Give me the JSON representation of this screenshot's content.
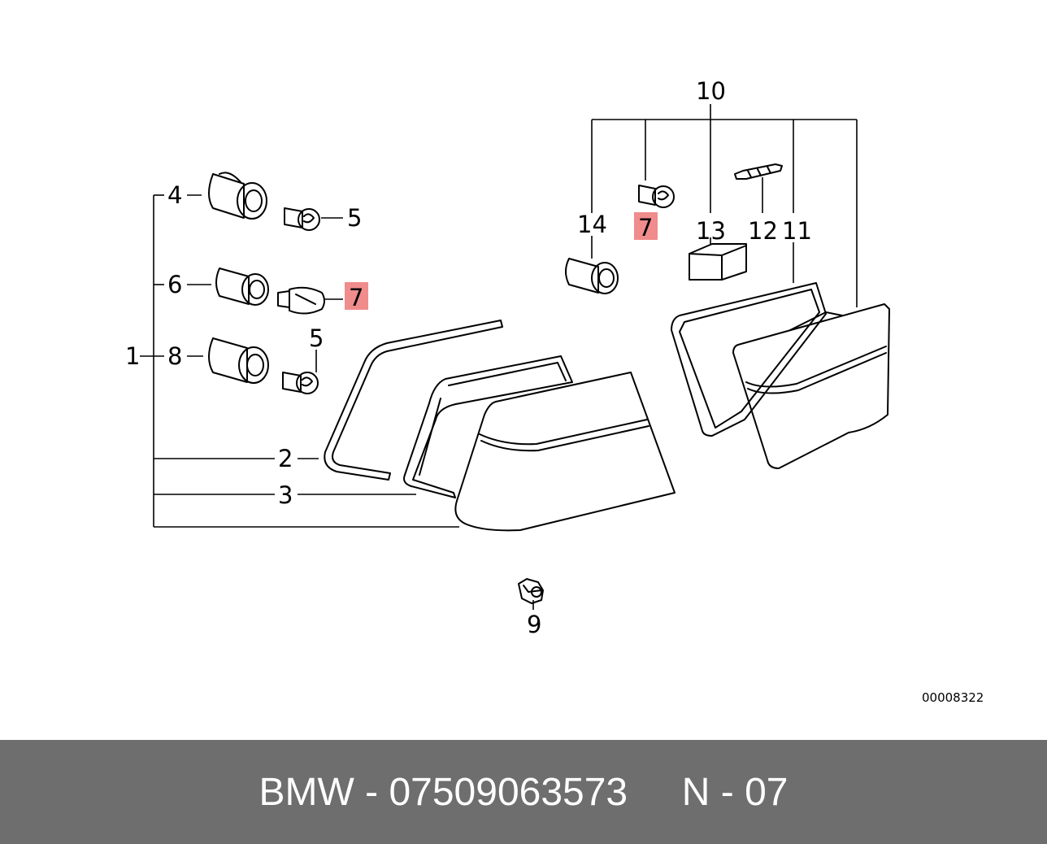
{
  "diagram": {
    "callouts": {
      "c1": "1",
      "c2": "2",
      "c3": "3",
      "c4": "4",
      "c5a": "5",
      "c5b": "5",
      "c6": "6",
      "c7a": "7",
      "c7b": "7",
      "c8": "8",
      "c9": "9",
      "c10": "10",
      "c11": "11",
      "c12": "12",
      "c13": "13",
      "c14": "14"
    },
    "highlight_color": "#f08c8c",
    "image_code": "00008322"
  },
  "footer": {
    "text": "BMW - 07509063573     N - 07",
    "background": "#6e6e6e"
  }
}
